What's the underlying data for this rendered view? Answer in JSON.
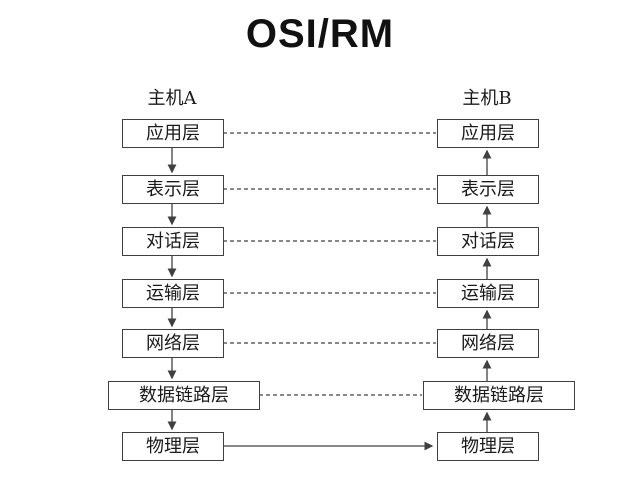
{
  "title": "OSI/RM",
  "hosts": {
    "left": "主机A",
    "right": "主机B"
  },
  "layers": [
    "应用层",
    "表示层",
    "对话层",
    "运输层",
    "网络层",
    "数据链路层",
    "物理层"
  ],
  "connections": {
    "peer_link_style": "dashed",
    "left_stack_arrows": "down",
    "right_stack_arrows": "up",
    "bottom_link": "solid-arrow-right"
  },
  "colors": {
    "background": "#ffffff",
    "line": "#404040",
    "box_border": "#3f3f3f",
    "text": "#1a1a1a"
  }
}
